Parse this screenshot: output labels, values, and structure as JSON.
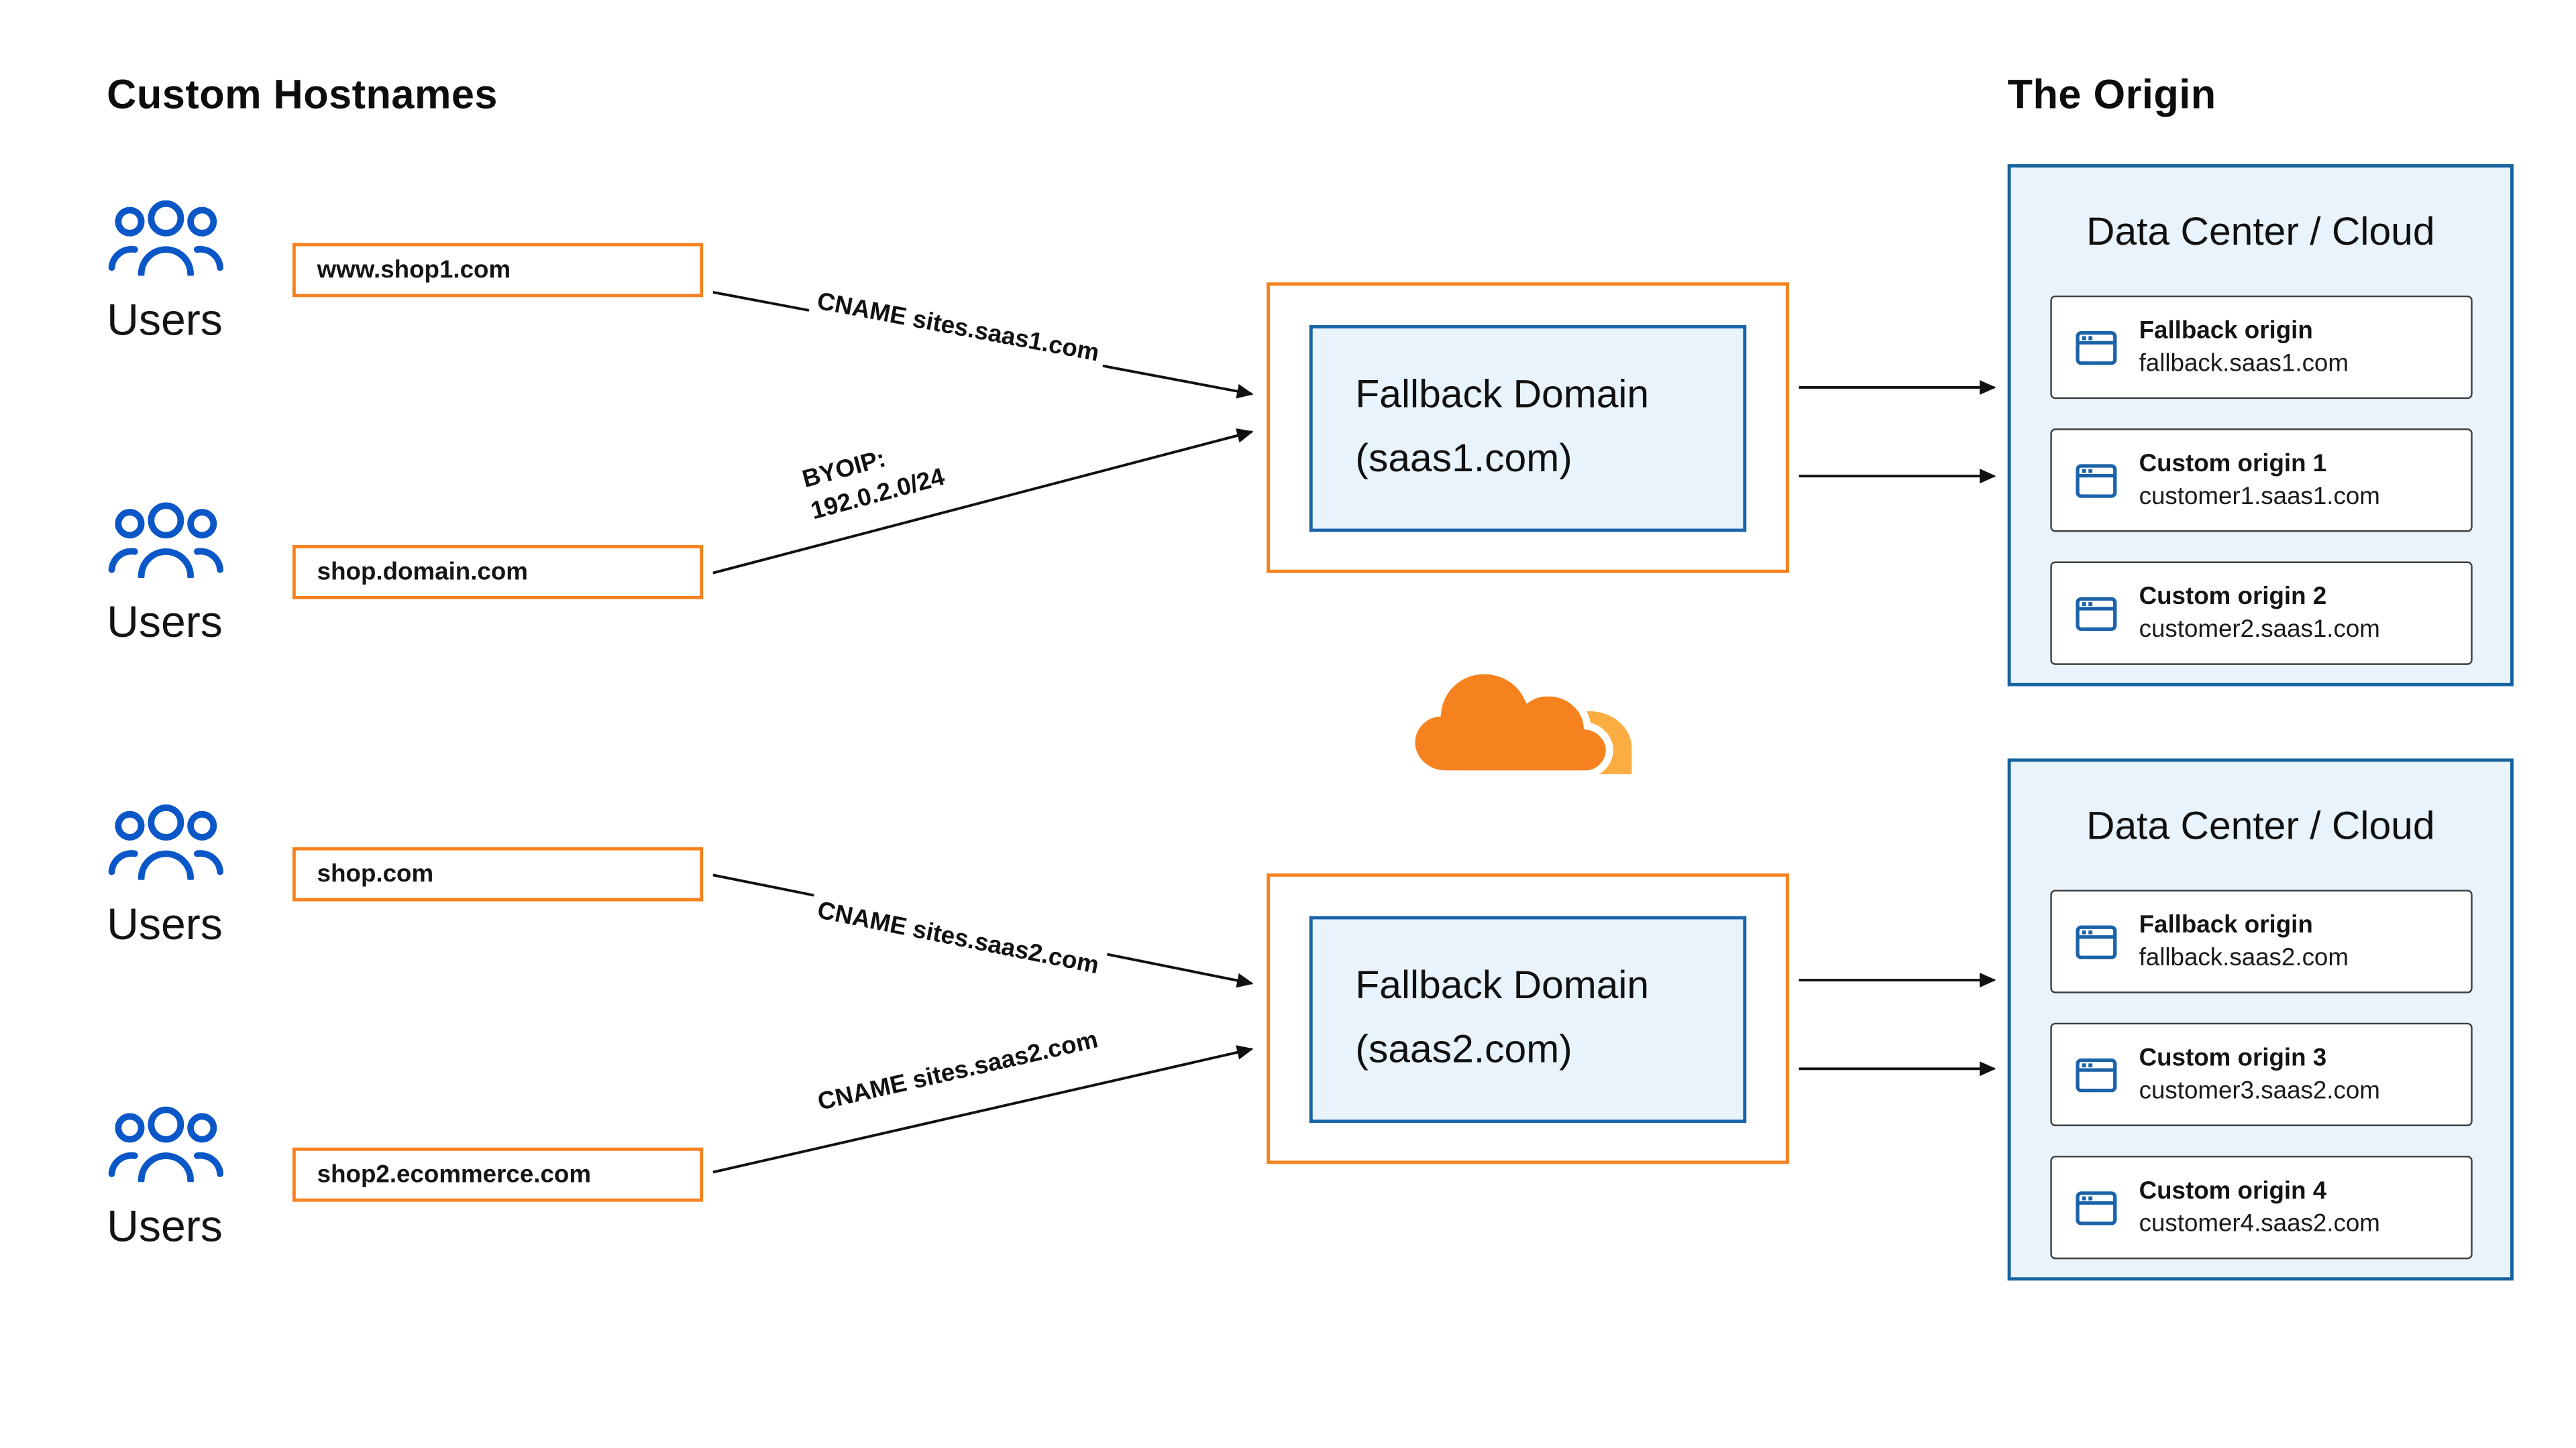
{
  "titles": {
    "custom_hostnames": "Custom Hostnames",
    "the_origin": "The Origin"
  },
  "rows": [
    {
      "users_label": "Users",
      "hostname": "www.shop1.com"
    },
    {
      "users_label": "Users",
      "hostname": "shop.domain.com"
    },
    {
      "users_label": "Users",
      "hostname": "shop.com"
    },
    {
      "users_label": "Users",
      "hostname": "shop2.ecommerce.com"
    }
  ],
  "edges": [
    {
      "label": "CNAME sites.saas1.com"
    },
    {
      "label": "BYOIP:\n192.0.2.0/24"
    },
    {
      "label": "CNAME sites.saas2.com"
    },
    {
      "label": "CNAME sites.saas2.com"
    }
  ],
  "fallback_domains": [
    {
      "name": "Fallback Domain",
      "domain": "(saas1.com)"
    },
    {
      "name": "Fallback Domain",
      "domain": "(saas2.com)"
    }
  ],
  "data_centers": [
    {
      "title": "Data Center / Cloud",
      "origins": [
        {
          "name": "Fallback origin",
          "host": "fallback.saas1.com"
        },
        {
          "name": "Custom origin 1",
          "host": "customer1.saas1.com"
        },
        {
          "name": "Custom origin 2",
          "host": "customer2.saas1.com"
        }
      ]
    },
    {
      "title": "Data Center / Cloud",
      "origins": [
        {
          "name": "Fallback origin",
          "host": "fallback.saas2.com"
        },
        {
          "name": "Custom origin 3",
          "host": "customer3.saas2.com"
        },
        {
          "name": "Custom origin 4",
          "host": "customer4.saas2.com"
        }
      ]
    }
  ],
  "colors": {
    "orange": "#F6821F",
    "light_orange": "#FBAD41",
    "blue_border": "#15639E",
    "inner_blue_border": "#1B63A8",
    "user_blue": "#0B57C8",
    "light_blue_fill": "#E8F3FB",
    "arrow": "#111111"
  }
}
